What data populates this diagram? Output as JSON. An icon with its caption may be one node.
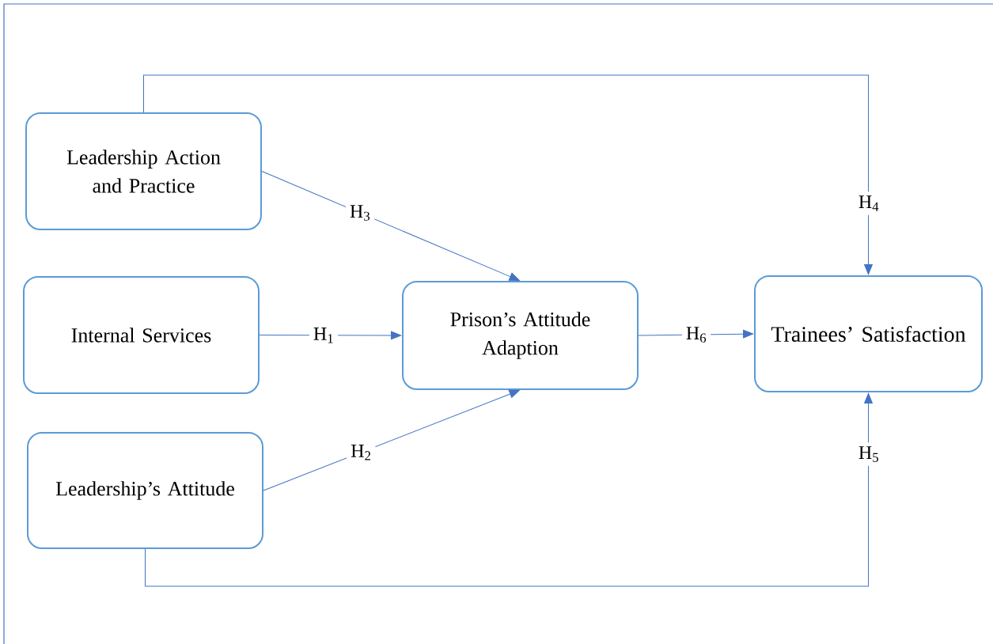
{
  "diagram": {
    "nodes": [
      {
        "text": [
          "Leadership Action and Practice"
        ]
      },
      {
        "text": [
          "Internal Services"
        ]
      },
      {
        "text": [
          "Leadership’s Attitude"
        ]
      },
      {
        "text": [
          "Prison’s Attitude Adaption"
        ]
      },
      {
        "text": [
          "Trainees’ Satisfaction"
        ]
      }
    ],
    "edges": [
      {
        "from": 0,
        "to": 3,
        "arrow": "to",
        "label": "H$_{3}$"
      },
      {
        "from": 1,
        "to": 3,
        "arrow": "to",
        "label": "H$_{1}$"
      },
      {
        "from": 2,
        "to": 3,
        "arrow": "to",
        "label": "H$_{2}$"
      },
      {
        "from": 3,
        "to": 4,
        "arrow": "to",
        "label": "H$_{6}$"
      },
      {
        "from": 0,
        "to": 4,
        "arrow": "to",
        "label": "H$_{4}$"
      },
      {
        "from": 2,
        "to": 4,
        "arrow": "to",
        "label": "H$_{5}$"
      }
    ]
  }
}
